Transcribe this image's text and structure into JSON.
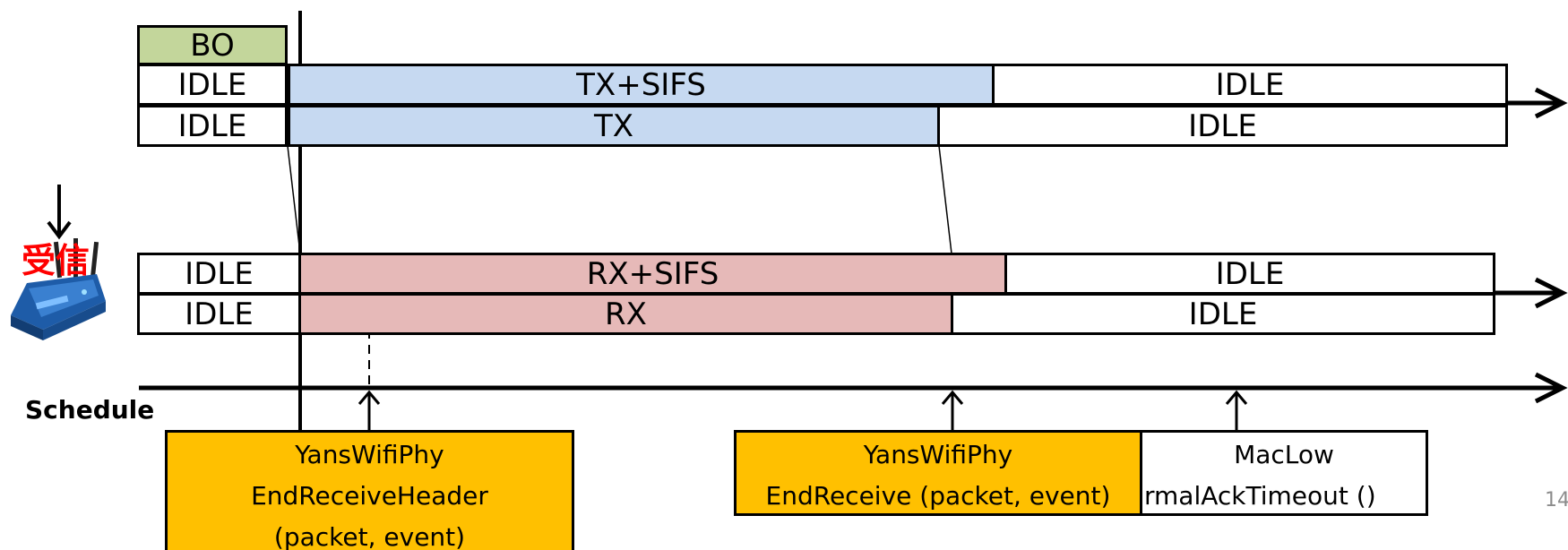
{
  "colors": {
    "backoff": "#c3d69b",
    "tx": "#c6d9f1",
    "rx": "#e6b9b8",
    "event": "#ffc000",
    "receive_label": "#ff0000"
  },
  "icons": {
    "receiver": "wifi-router-icon"
  },
  "sender": {
    "backoff": "BO",
    "mac_row": {
      "idle_before": "IDLE",
      "active": "TX+SIFS",
      "idle_after": "IDLE"
    },
    "phy_row": {
      "idle_before": "IDLE",
      "active": "TX",
      "idle_after": "IDLE"
    }
  },
  "receiver": {
    "receive_label": "受信",
    "mac_row": {
      "idle_before": "IDLE",
      "active": "RX+SIFS",
      "idle_after": "IDLE"
    },
    "phy_row": {
      "idle_before": "IDLE",
      "active": "RX",
      "idle_after": "IDLE"
    }
  },
  "schedule": {
    "label": "Schedule",
    "events": [
      {
        "line1": "YansWifiPhy",
        "line2": "EndReceiveHeader",
        "line3": "(packet, event)"
      },
      {
        "line1": "YansWifiPhy",
        "line2": "EndReceive (packet, event)"
      },
      {
        "line1": "MacLow",
        "line2": "rmalAckTimeout ()"
      }
    ]
  },
  "slide_number": "14"
}
